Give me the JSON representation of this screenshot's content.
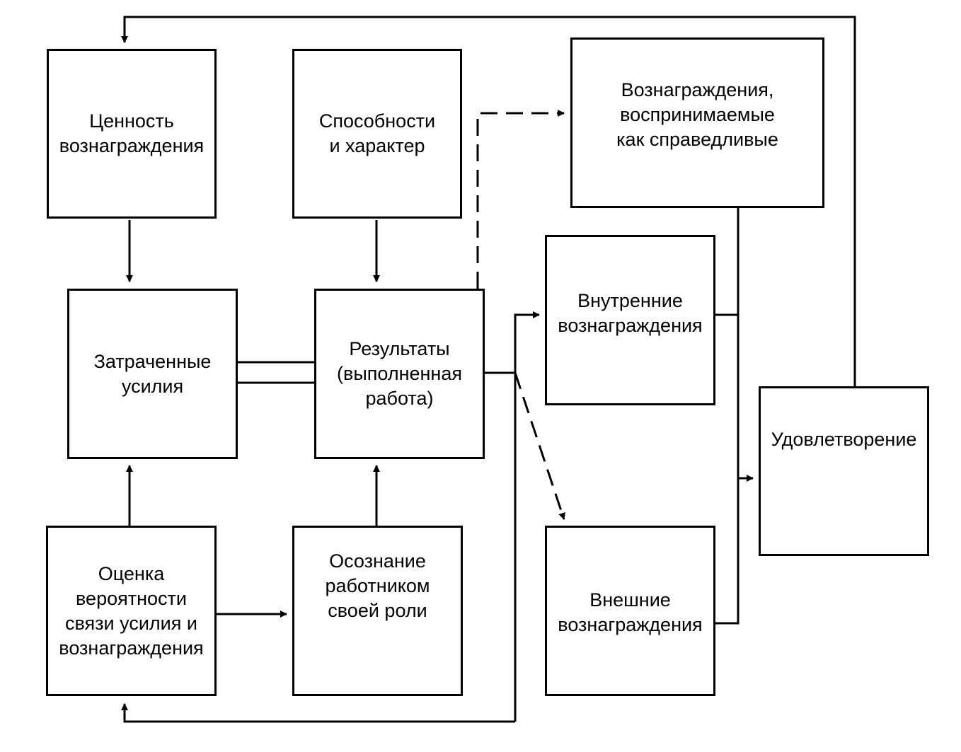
{
  "diagram": {
    "nodes": {
      "reward_value": {
        "label": "Ценность\nвознаграждения"
      },
      "abilities": {
        "label": "Способности\nи характер"
      },
      "fair_rewards": {
        "label": "Вознаграждения,\nвоспринимаемые\nкак справедливые"
      },
      "effort": {
        "label": "Затраченные\nусилия"
      },
      "results": {
        "label": "Результаты\n(выполненная\nработа)"
      },
      "intrinsic": {
        "label": "Внутренние\nвознаграждения"
      },
      "satisfaction": {
        "label": "Удовлетворение"
      },
      "probability": {
        "label": "Оценка\nвероятности\nсвязи усилия и\nвознаграждения"
      },
      "role": {
        "label": "Осознание\nработником\nсвоей роли"
      },
      "extrinsic": {
        "label": "Внешние\nвознаграждения"
      }
    },
    "edges": [
      {
        "from": "reward_value",
        "to": "effort",
        "style": "solid"
      },
      {
        "from": "abilities",
        "to": "results",
        "style": "solid"
      },
      {
        "from": "probability",
        "to": "effort",
        "style": "solid"
      },
      {
        "from": "role",
        "to": "results",
        "style": "solid"
      },
      {
        "from": "probability",
        "to": "role",
        "style": "solid"
      },
      {
        "from": "effort",
        "to": "results",
        "style": "double-line"
      },
      {
        "from": "results",
        "to": "intrinsic",
        "style": "solid"
      },
      {
        "from": "results",
        "to": "extrinsic",
        "style": "dashed"
      },
      {
        "from": "results",
        "to": "fair_rewards",
        "style": "dashed"
      },
      {
        "from": "results",
        "to": "probability",
        "style": "solid"
      },
      {
        "from": "fair_rewards",
        "to": "satisfaction",
        "style": "solid"
      },
      {
        "from": "intrinsic",
        "to": "satisfaction",
        "style": "solid"
      },
      {
        "from": "extrinsic",
        "to": "satisfaction",
        "style": "solid"
      },
      {
        "from": "satisfaction",
        "to": "reward_value",
        "style": "solid"
      }
    ]
  }
}
